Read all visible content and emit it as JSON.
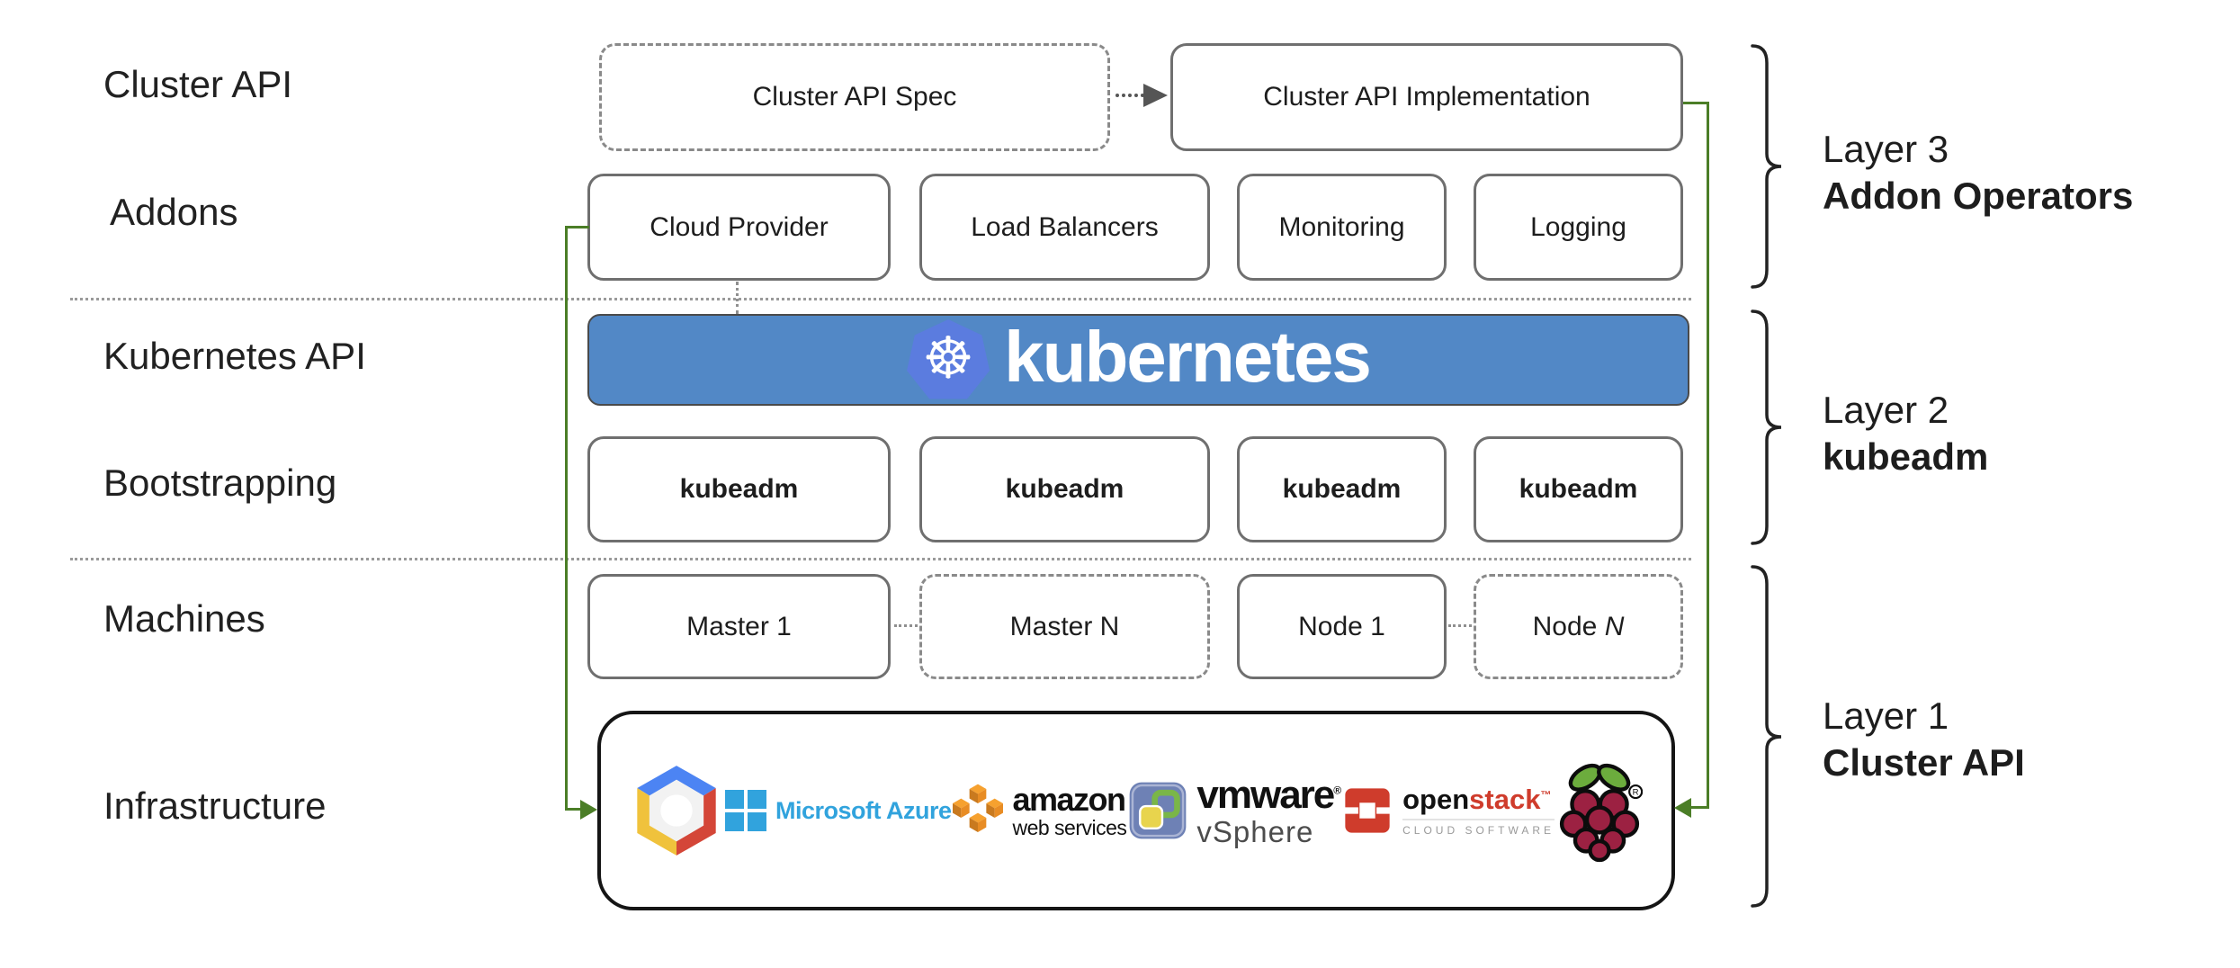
{
  "colors": {
    "accent_green": "#4b7e27",
    "banner_blue": "#5288c6",
    "k8s_logo_blue": "#5b7cdf",
    "azure_blue": "#31a3dd",
    "aws_orange": "#e8962e",
    "openstack_red": "#cf3c2c",
    "raspberry_red": "#9c2142",
    "leaf_green": "#6cac3d"
  },
  "row_labels": {
    "cluster_api": "Cluster API",
    "addons": "Addons",
    "kubernetes_api": "Kubernetes API",
    "bootstrapping": "Bootstrapping",
    "machines": "Machines",
    "infrastructure": "Infrastructure"
  },
  "cluster_api_row": {
    "spec_label": "Cluster API Spec",
    "impl_label": "Cluster API Implementation"
  },
  "addons_row": {
    "items": [
      "Cloud Provider",
      "Load Balancers",
      "Monitoring",
      "Logging"
    ]
  },
  "kubernetes_banner": {
    "wordmark": "kubernetes",
    "helm_wheel_glyph": "☸"
  },
  "bootstrapping_row": {
    "items": [
      "kubeadm",
      "kubeadm",
      "kubeadm",
      "kubeadm"
    ]
  },
  "machines_row": {
    "items": [
      {
        "label": "Master 1"
      },
      {
        "label": "Master N"
      },
      {
        "label": "Node 1"
      },
      {
        "label": "Node ",
        "suffix_italic": "N"
      }
    ]
  },
  "infrastructure": {
    "azure_text": "Microsoft Azure",
    "amazon_text": "amazon",
    "amazon_sub": "web services",
    "vmware_text": "vmware",
    "vmware_reg": "®",
    "vmware_sub": "vSphere",
    "openstack_text_black": "open",
    "openstack_text_red": "stack",
    "openstack_tm": "™",
    "openstack_sub": "CLOUD SOFTWARE",
    "raspberry_reg": "®"
  },
  "layer_labels": [
    {
      "line1": "Layer 3",
      "line2": "Addon Operators"
    },
    {
      "line1": "Layer 2",
      "line2": "kubeadm"
    },
    {
      "line1": "Layer 1",
      "line2": "Cluster API"
    }
  ]
}
